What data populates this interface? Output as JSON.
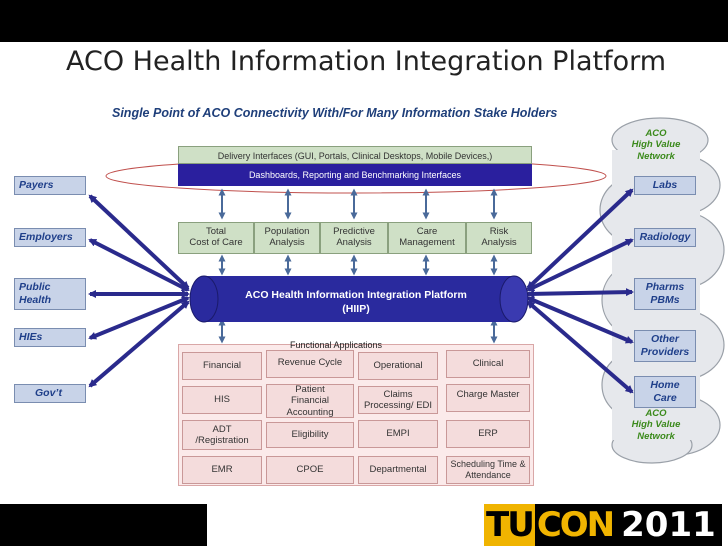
{
  "title": "ACO Health Information Integration Platform",
  "subtitle": "Single Point of ACO Connectivity With/For Many Information Stake Holders",
  "left_stakeholders": [
    "Payers",
    "Employers",
    "Public\nHealth",
    "HIEs",
    "Gov’t"
  ],
  "right_cloud": {
    "top_label": "ACO\nHigh Value\nNetwork",
    "bottom_label": "ACO\nHigh Value\nNetwork",
    "items": [
      "Labs",
      "Radiology",
      "Pharms\nPBMs",
      "Other\nProviders",
      "Home\nCare"
    ]
  },
  "delivery_interfaces": "Delivery Interfaces (GUI, Portals, Clinical Desktops, Mobile Devices,)",
  "dashboards": "Dashboards, Reporting and Benchmarking Interfaces",
  "analytics": [
    "Total\nCost of Care",
    "Population\nAnalysis",
    "Predictive\nAnalysis",
    "Care\nManagement",
    "Risk\nAnalysis"
  ],
  "platform": {
    "line1": "ACO  Health Information Integration Platform",
    "line2": "(HIIP)"
  },
  "functional_label": "Functional Applications",
  "functional_apps": [
    [
      "Financial",
      "Revenue Cycle",
      "Operational",
      "Clinical"
    ],
    [
      "HIS",
      "Patient\nFinancial\nAccounting",
      "Claims\nProcessing/ EDI",
      "Charge Master"
    ],
    [
      "ADT\n/Registration",
      "Eligibility",
      "EMPI",
      "ERP"
    ],
    [
      "EMR",
      "CPOE",
      "Departmental",
      "Scheduling Time &\nAttendance"
    ]
  ],
  "logo": {
    "text_a": "TU",
    "text_b": "CON",
    "year": "2011"
  },
  "colors": {
    "accent": "#1f3f8a",
    "pipe": "#2a2a9e",
    "arrow": "#2a2a8c",
    "cloud_text_green": "#3b8a1c"
  }
}
